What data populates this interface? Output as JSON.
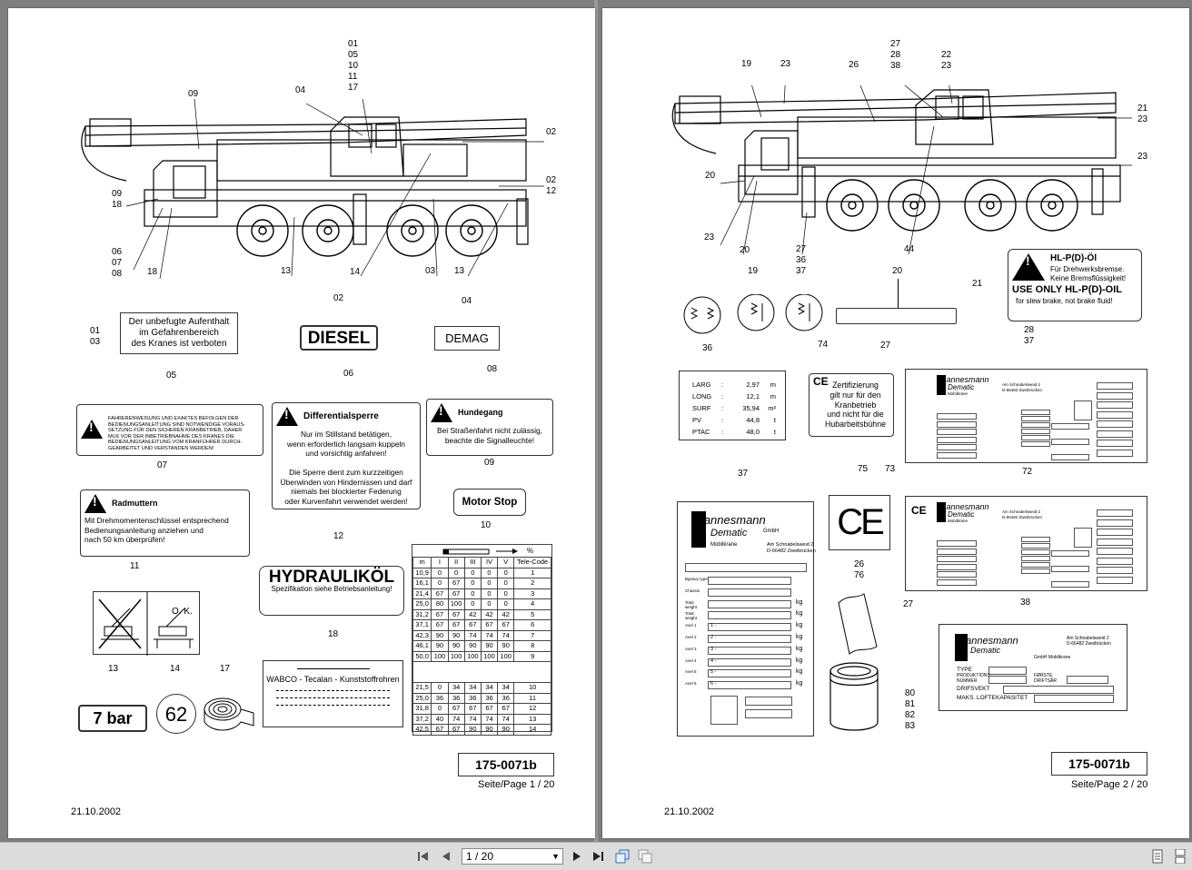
{
  "viewer": {
    "page_input": "1 / 20"
  },
  "page1": {
    "callouts": {
      "c01": "01\n05\n10\n11\n17",
      "c09a": "09",
      "c04": "04",
      "c02a": "02",
      "c02b": "02\n12",
      "c09b": "09\n18",
      "c060708": "06\n07\n08",
      "c18": "18",
      "c13a": "13",
      "c14": "14",
      "c03": "03",
      "c13b": "13"
    },
    "labels": {
      "n0103": "01\n03",
      "l0103": "Der unbefugte Aufenthalt\nim Gefahrenbereich\ndes Kranes ist verboten",
      "n02": "02",
      "l02": "DIESEL",
      "n04": "04",
      "l04": "DEMAG",
      "n05": "05",
      "l05": "FAHRERENWEISUNG UND EXAKTES BEFOLGEN DER\nBEDIENUNGSANLEITUNG SIND NOTWENDIGE VORAUS-\nSETZUNG FÜR DEN SICHEREN KRANBETRIEB, DAHER\nMUß VOR DER INBETRIEBNAHME DES KRANES DIE\nBEDIENUNGSANLEITUNG VOM KRANFÜHRER DURCH-\nGEARBEITET UND VERSTANDEN WERDEN!",
      "n06": "06",
      "t06": "Differentialsperre",
      "l06": "Nur im Stillstand betätigen,\nwenn erforderlich langsam kuppeln\nund vorsichtig anfahren!\n\nDie Sperre dient zum kurzzeitigen\nÜberwinden von Hindernissen und darf\nniemals bei blockierter Federung\noder Kurvenfahrt verwendet werden!",
      "n08": "08",
      "t08": "Hundegang",
      "l08": "Bei Straßenfahrt nicht zulässig,\nbeachte die Signalleuchte!",
      "n07": "07",
      "t07": "Radmuttern",
      "l07": "Mit Drehmomentenschlüssel entsprechend\nBedienungsanleitung anziehen und\nnach 50 km überprüfen!",
      "n09": "09",
      "l09": "Motor Stop",
      "n10": "10",
      "n11": "11",
      "ok": "O. K.",
      "n12": "12",
      "l12": "HYDRAULIKÖL",
      "l12s": "Spezifikation siehe Betriebsanleitung!",
      "n13": "13",
      "l13": "7 bar",
      "n14": "14",
      "l14": "62",
      "n17": "17",
      "n18": "18",
      "l18": "WABCO - Tecalan - Kunststoffrohren"
    },
    "table": {
      "head": [
        "m",
        "I",
        "II",
        "III",
        "IV",
        "V",
        "Tele-Code"
      ],
      "pct": "%",
      "rows": [
        [
          "10,9",
          "0",
          "0",
          "0",
          "0",
          "0",
          "1"
        ],
        [
          "16,1",
          "0",
          "67",
          "0",
          "0",
          "0",
          "2"
        ],
        [
          "21,4",
          "67",
          "67",
          "0",
          "0",
          "0",
          "3"
        ],
        [
          "25,0",
          "80",
          "100",
          "0",
          "0",
          "0",
          "4"
        ],
        [
          "31,2",
          "67",
          "67",
          "42",
          "42",
          "42",
          "5"
        ],
        [
          "37,1",
          "67",
          "67",
          "67",
          "67",
          "67",
          "6"
        ],
        [
          "42,3",
          "90",
          "90",
          "74",
          "74",
          "74",
          "7"
        ],
        [
          "46,1",
          "90",
          "90",
          "90",
          "90",
          "90",
          "8"
        ],
        [
          "50,0",
          "100",
          "100",
          "100",
          "100",
          "100",
          "9"
        ],
        [
          "21,5",
          "0",
          "34",
          "34",
          "34",
          "34",
          "10"
        ],
        [
          "25,0",
          "36",
          "36",
          "36",
          "36",
          "36",
          "11"
        ],
        [
          "31,8",
          "0",
          "67",
          "67",
          "67",
          "67",
          "12"
        ],
        [
          "37,2",
          "40",
          "74",
          "74",
          "74",
          "74",
          "13"
        ],
        [
          "42,5",
          "67",
          "67",
          "90",
          "90",
          "90",
          "14"
        ]
      ]
    },
    "footer": {
      "code": "175-0071b",
      "page": "Seite/Page 1 / 20",
      "date": "21.10.2002"
    }
  },
  "page2": {
    "callouts": {
      "c19a": "19",
      "c23a": "23",
      "c26": "26",
      "c272838": "27\n28\n38",
      "c2223": "22\n23",
      "c2123": "21\n23",
      "c23b": "23",
      "c20a": "20",
      "c23c": "23",
      "c20b": "20",
      "c273637": "27\n36\n37",
      "c44": "44"
    },
    "labels": {
      "n19": "19",
      "n20": "20",
      "n21": "21",
      "t21": "HL-P(D)-Öl",
      "l21": "Für Drehwerksbremse.\nKeine Bremsflüssigkeit!",
      "u21": "USE ONLY HL-P(D)-OIL",
      "e21": "for slew brake, not brake fluid!",
      "n36": "36",
      "n74": "74",
      "l74": "Zertifizierung\ngilt nur für den\nKranbetrieb\nund nicht für die\nHubarbeitsbühne",
      "n27a": "27",
      "n2837": "28\n37",
      "n37": "37",
      "n75": "75",
      "n73": "73",
      "n72": "72",
      "n2676": "26\n76",
      "n27b": "27",
      "n38": "38",
      "n80": "80\n81\n82\n83",
      "ce": "CE"
    },
    "dims": [
      [
        "LARG",
        ":",
        "2,97",
        "m"
      ],
      [
        "LONG",
        ":",
        "12,1",
        "m"
      ],
      [
        "SURF",
        ":",
        "35,94",
        "m²"
      ],
      [
        "PV",
        ":",
        "44,8",
        "t"
      ],
      [
        "PTAC",
        ":",
        "48,0",
        "t"
      ]
    ],
    "plates": {
      "brand1": "mannesmann",
      "brand2": "Dematic",
      "mobil": "Mobilkrane",
      "addr": "Am Schnabelsweid 2\nD-66482 Zweibrücken",
      "gmbh": "GmbH",
      "rows37": [
        "Bgnavy type",
        "Chassis",
        "Total\nweight",
        "Total\nweight",
        "Axel 1",
        "Axel 2",
        "Axel 3",
        "Axel 4",
        "Axel 5",
        "Axel 6"
      ],
      "vals37": [
        "1 -",
        "2 -",
        "3 -",
        "4 -",
        "5 -",
        "6 -"
      ],
      "kg": "kg",
      "type": "TYPE",
      "prod": "PRODUKTIONS\nNUMMER",
      "forste": "FØRSTE\nDRIFTSÅR",
      "drift": "DRIFSVEKT",
      "maks": "MAKS. LOFTEKAPASITET",
      "gmbhm": "GmbH Mobilkrane"
    },
    "footer": {
      "code": "175-0071b",
      "page": "Seite/Page 2 / 20",
      "date": "21.10.2002"
    }
  }
}
